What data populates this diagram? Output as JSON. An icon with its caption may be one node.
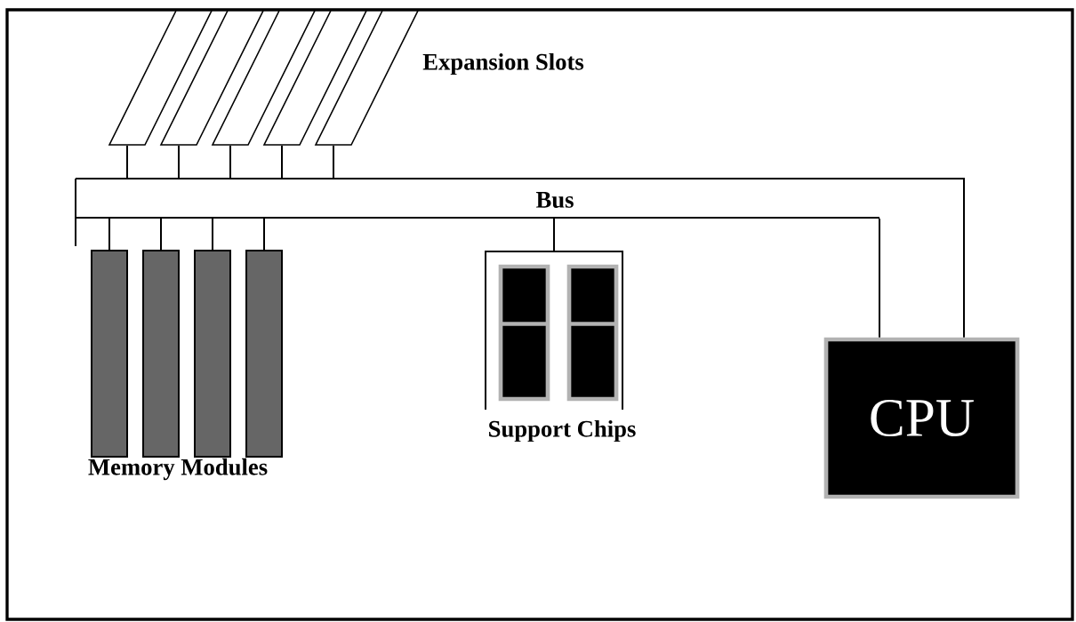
{
  "diagram": {
    "nodes": [
      {
        "text": [],
        "shape": "parallelogram"
      },
      {
        "text": [],
        "shape": "parallelogram"
      },
      {
        "text": [],
        "shape": "parallelogram"
      },
      {
        "text": [],
        "shape": "parallelogram"
      },
      {
        "text": [],
        "shape": "parallelogram"
      },
      {
        "text": [
          "Bus"
        ]
      },
      {
        "text": [],
        "shape": "bar"
      },
      {
        "text": [],
        "shape": "bar"
      },
      {
        "text": [],
        "shape": "bar"
      },
      {
        "text": [],
        "shape": "bar"
      },
      {
        "text": [
          "Support Chips"
        ]
      },
      {
        "text": [],
        "shape": "box",
        "in": 10
      },
      {
        "text": [],
        "shape": "box",
        "in": 10
      },
      {
        "text": [
          "CPU"
        ]
      }
    ],
    "edges": [
      {
        "from": 0,
        "to": 5,
        "arrow": "none"
      },
      {
        "from": 1,
        "to": 5,
        "arrow": "none"
      },
      {
        "from": 2,
        "to": 5,
        "arrow": "none"
      },
      {
        "from": 3,
        "to": 5,
        "arrow": "none"
      },
      {
        "from": 4,
        "to": 5,
        "arrow": "none"
      },
      {
        "from": 6,
        "to": 5,
        "arrow": "none"
      },
      {
        "from": 7,
        "to": 5,
        "arrow": "none"
      },
      {
        "from": 8,
        "to": 5,
        "arrow": "none"
      },
      {
        "from": 9,
        "to": 5,
        "arrow": "none"
      },
      {
        "from": 10,
        "to": 5,
        "arrow": "none"
      },
      {
        "from": 13,
        "to": 5,
        "arrow": "none"
      },
      {
        "from": 13,
        "to": 5,
        "arrow": "none"
      }
    ],
    "labels": [
      "Expansion Slots",
      "Memory Modules"
    ]
  }
}
